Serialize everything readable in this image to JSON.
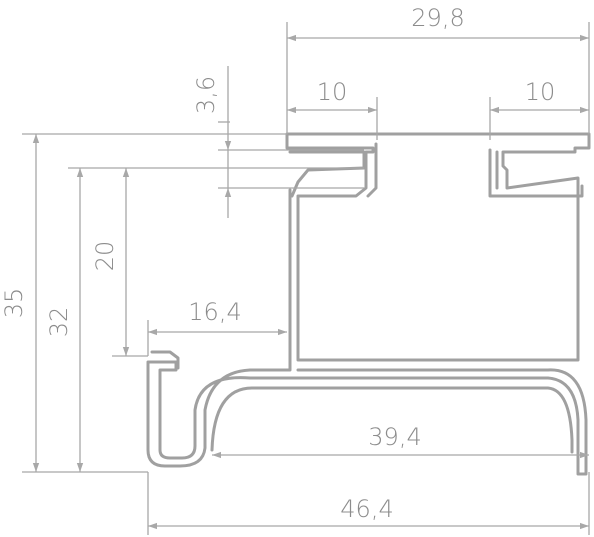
{
  "dimensions": {
    "top_width": "29,8",
    "left_flange": "10",
    "right_flange": "10",
    "slot_height": "3,6",
    "total_height": "35",
    "body_height": "32",
    "upper_height": "20",
    "hook_offset": "16,4",
    "inner_width": "39,4",
    "total_width": "46,4"
  },
  "colors": {
    "line": "#a0a0a0",
    "text": "#8c8c8c"
  }
}
